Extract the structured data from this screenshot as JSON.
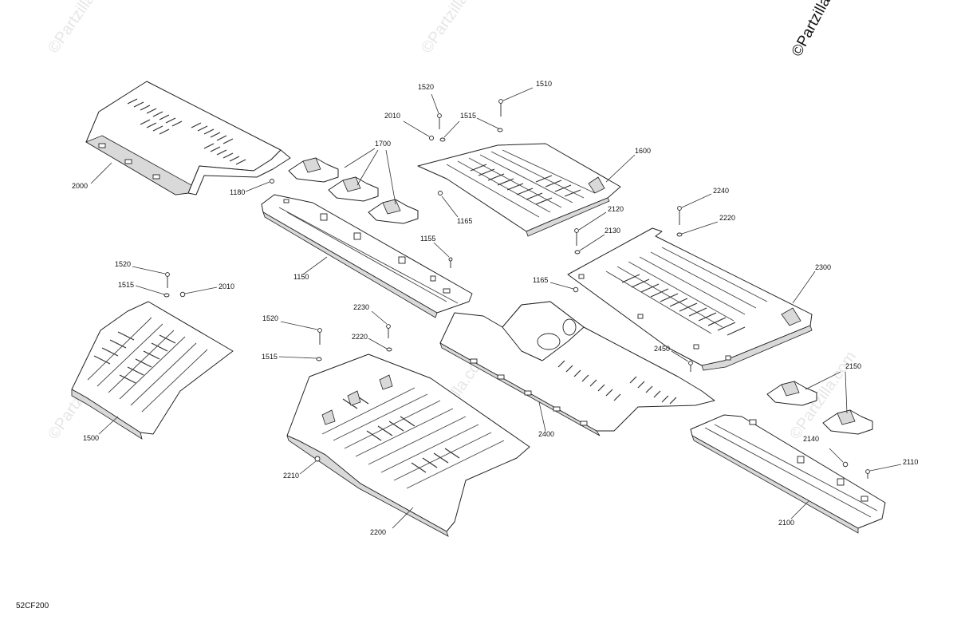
{
  "watermark": {
    "text": "©Partzilla.com",
    "corner_text": "©Partzilla.com"
  },
  "diagram_code": "52CF200",
  "callouts": {
    "c2000": "2000",
    "c1520a": "1520",
    "c1510": "1510",
    "c2010a": "2010",
    "c1515a": "1515",
    "c1700": "1700",
    "c1600": "1600",
    "c1180": "1180",
    "c1165a": "1165",
    "c2240": "2240",
    "c2220a": "2220",
    "c2120": "2120",
    "c2130": "2130",
    "c1155": "1155",
    "c1150": "1150",
    "c2300": "2300",
    "c1165b": "1165",
    "c1520b": "1520",
    "c1515b": "1515",
    "c2010b": "2010",
    "c2230": "2230",
    "c1520c": "1520",
    "c2220b": "2220",
    "c1515c": "1515",
    "c2450": "2450",
    "c2150": "2150",
    "c1500": "1500",
    "c2400": "2400",
    "c2140": "2140",
    "c2110": "2110",
    "c2210": "2210",
    "c2200": "2200",
    "c2100": "2100"
  },
  "colors": {
    "line": "#222222",
    "watermark": "#e6e6e6",
    "shade": "#d9d9d9"
  }
}
